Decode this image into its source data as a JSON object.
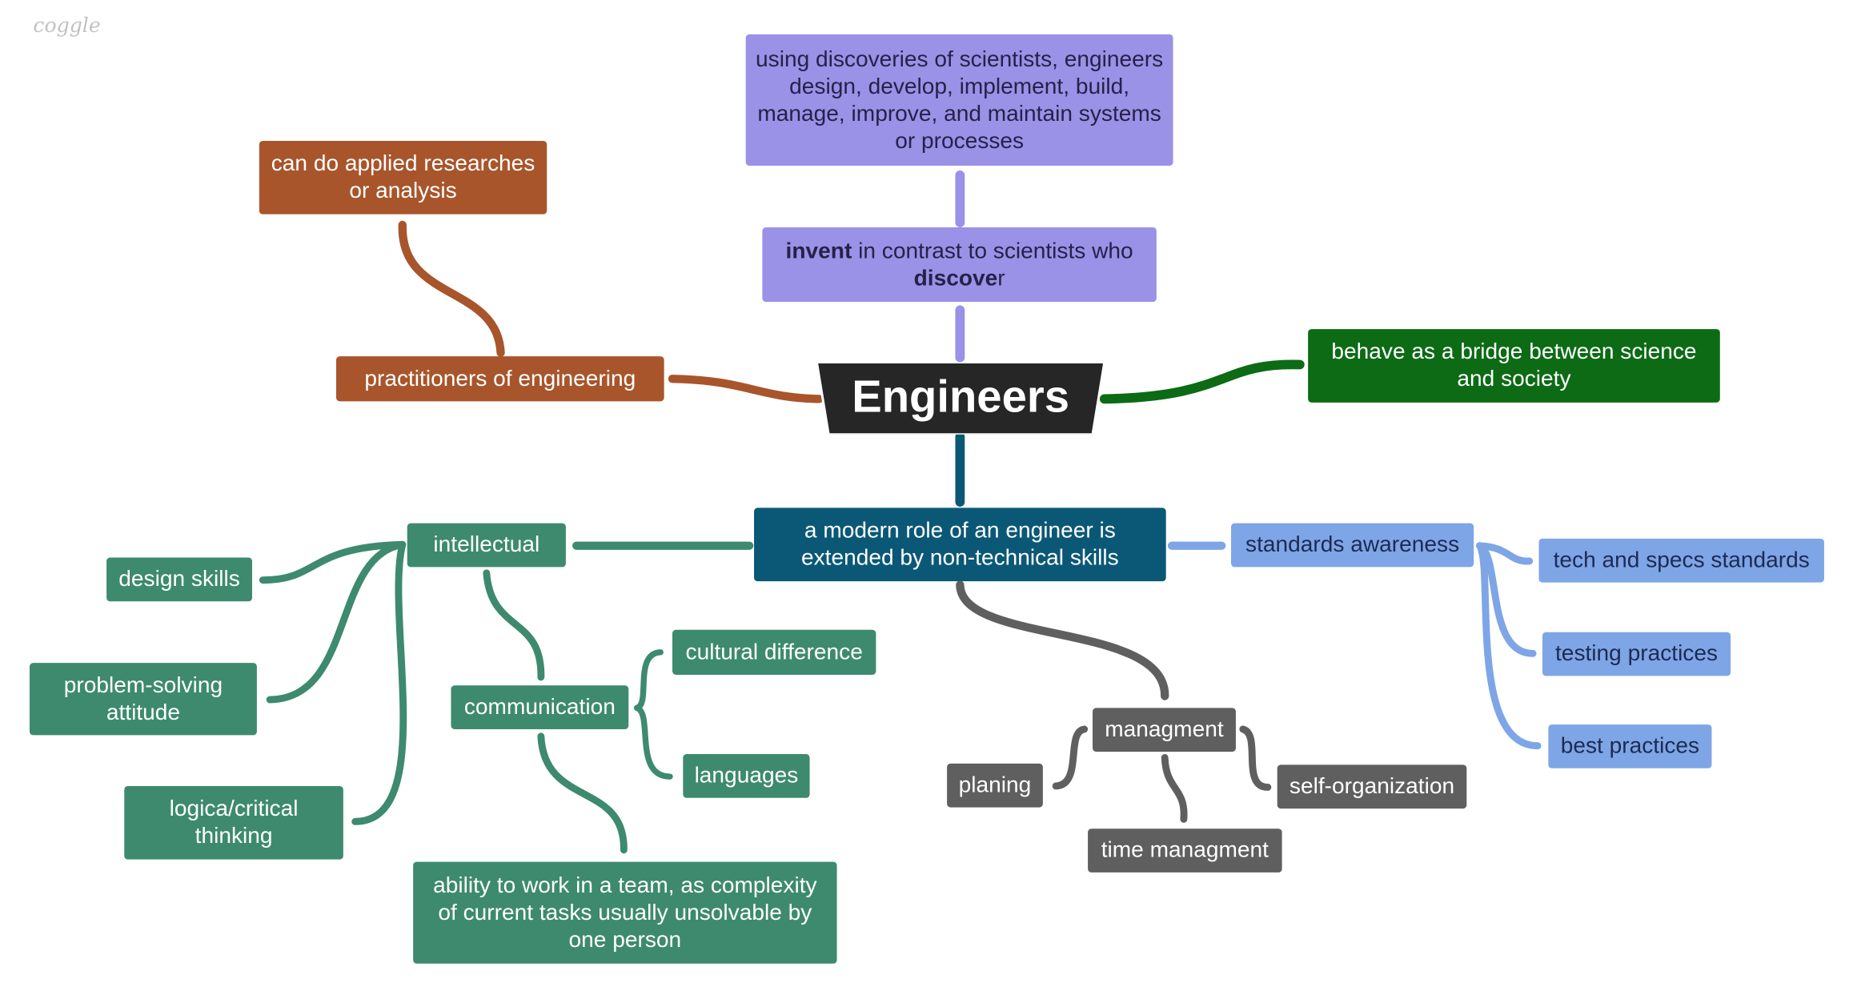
{
  "logo": "coggle",
  "root": {
    "label": "Engineers"
  },
  "nodes": {
    "applied": "can do applied researches or analysis",
    "practitioners": "practitioners of engineering",
    "using": "using discoveries of scientists, engineers design, develop, implement, build, manage, improve, and maintain systems or processes",
    "invent": {
      "bold1": "invent",
      "mid": " in contrast to scientists who ",
      "bold2": "discove",
      "tail": "r"
    },
    "bridge": "behave as a bridge between science and society",
    "modern": "a modern role of an engineer is extended by non-technical skills",
    "intellectual": "intellectual",
    "design": "design skills",
    "problem": "problem-solving attitude",
    "logica": "logica/critical thinking",
    "communication": "communication",
    "cultural": "cultural difference",
    "languages": "languages",
    "team": "ability to work in a team, as complexity of current tasks usually unsolvable by one person",
    "standards": "standards awareness",
    "tech": "tech and specs standards",
    "testing": "testing practices",
    "best": "best practices",
    "managment": "managment",
    "planing": "planing",
    "selforg": "self-organization",
    "time": "time managment"
  },
  "colors": {
    "rust": "#a8552b",
    "purple": "#9a92e6",
    "green": "#0c6b14",
    "teal": "#0b5876",
    "sea": "#3d8a6f",
    "blue": "#7ea5e6",
    "gray": "#5f5f5f",
    "root": "#262626"
  }
}
